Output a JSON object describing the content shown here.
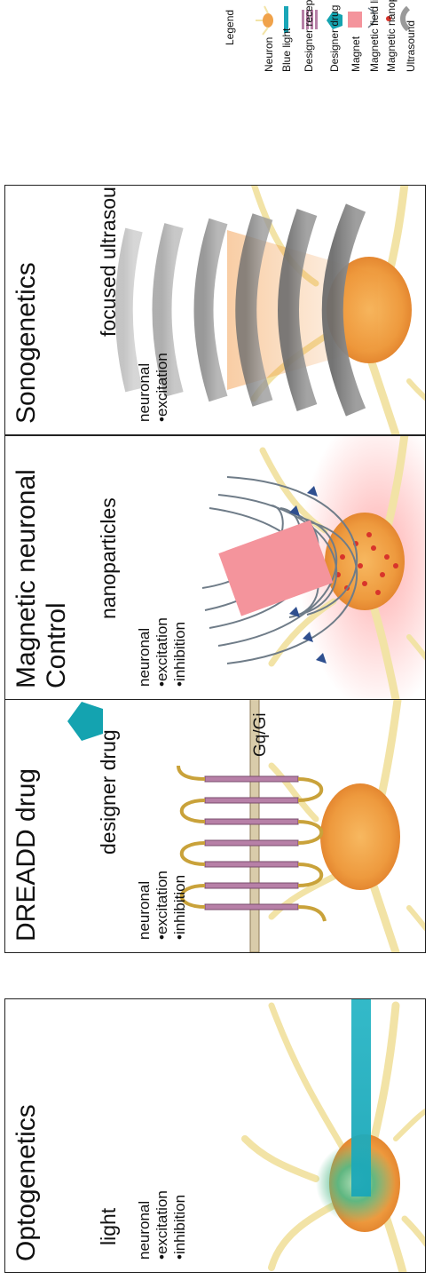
{
  "panels": [
    {
      "title": "Optogenetics",
      "subtitle": "light",
      "effects": [
        "neuronal",
        "•excitation",
        "•inhibition"
      ]
    },
    {
      "title": "DREADD drug",
      "subtitle": "designer drug",
      "effects": [
        "neuronal",
        "•excitation",
        "•inhibition"
      ],
      "receptor_label": "Gq/Gi"
    },
    {
      "title_line1": "Magnetic neuronal",
      "title_line2": "Control",
      "subtitle": "nanoparticles",
      "effects": [
        "neuronal",
        "•excitation",
        "•inhibition"
      ]
    },
    {
      "title": "Sonogenetics",
      "subtitle": "focused ultrasound",
      "effects": [
        "neuronal",
        "•excitation"
      ]
    }
  ],
  "legend": {
    "title": "Legend",
    "items": [
      {
        "label": "Neuron",
        "icon": "neuron-icon"
      },
      {
        "label": "Blue light",
        "icon": "blue-light-icon"
      },
      {
        "label": "Designer receptor",
        "icon": "designer-receptor-icon"
      },
      {
        "label": "Designer drug",
        "icon": "designer-drug-icon"
      },
      {
        "label": "Magnet",
        "icon": "magnet-icon"
      },
      {
        "label": "Magnetic field line",
        "icon": "field-line-icon"
      },
      {
        "label": "Magnetic nanoparticle",
        "icon": "nanoparticle-icon"
      },
      {
        "label": "Ultrasound",
        "icon": "ultrasound-icon"
      }
    ]
  },
  "colors": {
    "blue_light": "#1aa6b7",
    "drug": "#14a3b0",
    "magnet": "#f4949c",
    "field_line": "#6f7c88",
    "arrow": "#2f4f8f",
    "nanoparticle": "#d8342b",
    "ultrasound": "#808080",
    "neuron_body": "#f0a24a",
    "neurite": "#f5e8b0",
    "receptor": "#a86f99",
    "receptor_loop": "#c9a23a"
  }
}
